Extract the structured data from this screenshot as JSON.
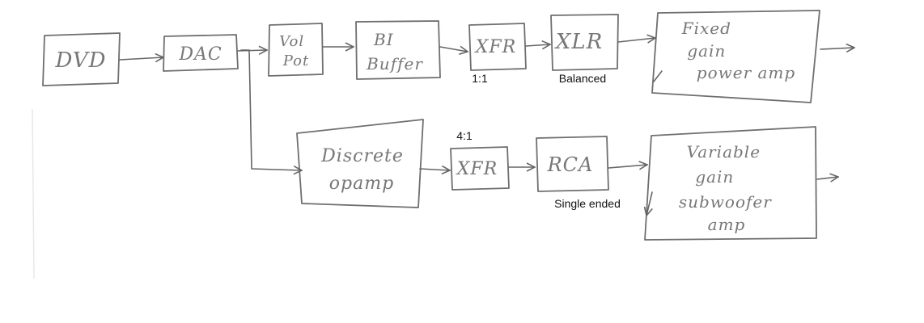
{
  "blocks": {
    "dvd": {
      "lines": [
        "DVD"
      ]
    },
    "dac": {
      "lines": [
        "DAC"
      ]
    },
    "vol_pot": {
      "lines": [
        "Vol",
        "Pot"
      ]
    },
    "bi_buffer": {
      "lines": [
        "BI",
        "Buffer"
      ]
    },
    "xfr_top": {
      "lines": [
        "XFR"
      ]
    },
    "xlr": {
      "lines": [
        "XLR"
      ]
    },
    "fixed_amp": {
      "lines": [
        "Fixed",
        "gain",
        "power amp"
      ]
    },
    "discrete_opamp": {
      "lines": [
        "Discrete",
        "opamp"
      ]
    },
    "xfr_bottom": {
      "lines": [
        "XFR"
      ]
    },
    "rca": {
      "lines": [
        "RCA"
      ]
    },
    "variable_amp": {
      "lines": [
        "Variable",
        "gain",
        "subwoofer",
        "amp"
      ]
    }
  },
  "annotations": {
    "ratio_top": "1:1",
    "balanced": "Balanced",
    "ratio_bottom": "4:1",
    "single_ended": "Single ended"
  },
  "colors": {
    "pencil": "#6f6f6f",
    "annotation_text": "#111111",
    "background": "#ffffff"
  }
}
